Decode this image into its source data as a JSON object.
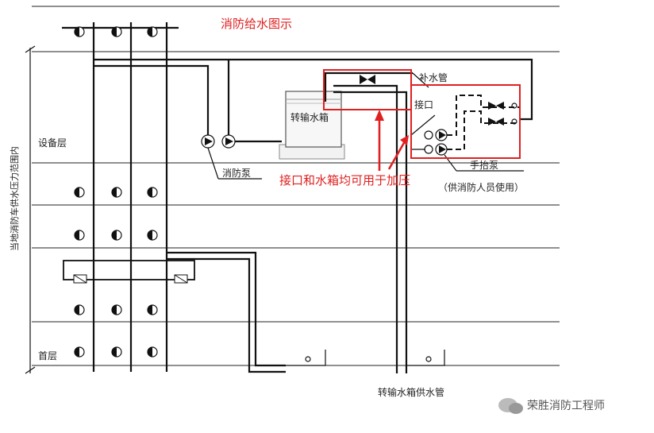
{
  "title": "消防给水图示",
  "labels": {
    "equipment_floor": "设备层",
    "ground_floor": "首层",
    "vertical_note": "当地消防车供水压力范围内",
    "transfer_tank": "转输水箱",
    "fire_pump": "消防泵",
    "makeup_pipe": "补水管",
    "connector": "接口",
    "hand_pump": "手抬泵",
    "hand_pump_note": "（供消防人员使用）",
    "supply_pipe": "转输水箱供水管",
    "annotation": "接口和水箱均可用于加压"
  },
  "watermark": {
    "text": "荣胜消防工程师"
  },
  "colors": {
    "annotation": "#e02020",
    "line": "#111111"
  }
}
